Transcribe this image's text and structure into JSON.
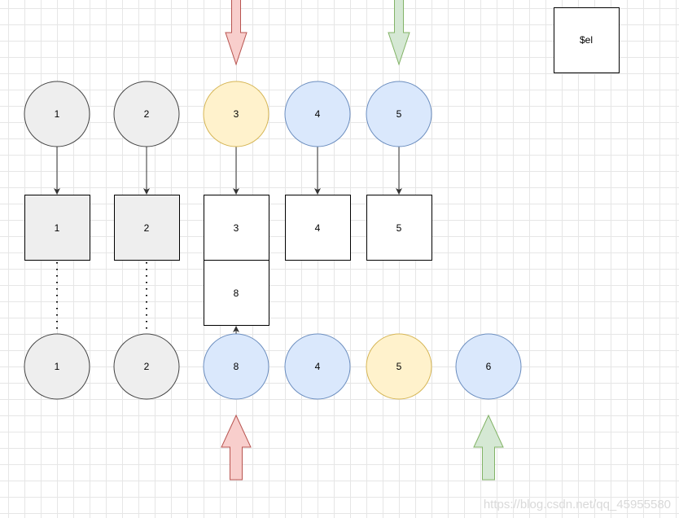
{
  "colors": {
    "gray_fill": "#eeeeee",
    "gray_stroke": "#444444",
    "yellow_fill": "#fff2cc",
    "yellow_stroke": "#d6b656",
    "blue_fill": "#dae8fc",
    "blue_stroke": "#6c8ebf",
    "white_fill": "#ffffff",
    "black_stroke": "#000000",
    "red_arrow_fill": "#f8cecc",
    "red_arrow_stroke": "#b85450",
    "green_arrow_fill": "#d5e8d4",
    "green_arrow_stroke": "#82b366",
    "connector": "#333333"
  },
  "el_box": {
    "label": "$el"
  },
  "old_vnodes": [
    {
      "label": "1",
      "style": "gray"
    },
    {
      "label": "2",
      "style": "gray"
    },
    {
      "label": "3",
      "style": "yellow"
    },
    {
      "label": "4",
      "style": "blue"
    },
    {
      "label": "5",
      "style": "blue"
    }
  ],
  "dom_nodes": [
    {
      "label": "1",
      "style": "gray"
    },
    {
      "label": "2",
      "style": "gray"
    },
    {
      "label": "3",
      "style": "white"
    },
    {
      "label": "8",
      "style": "white"
    },
    {
      "label": "4",
      "style": "white"
    },
    {
      "label": "5",
      "style": "white"
    }
  ],
  "new_vnodes": [
    {
      "label": "1",
      "style": "gray"
    },
    {
      "label": "2",
      "style": "gray"
    },
    {
      "label": "8",
      "style": "blue"
    },
    {
      "label": "4",
      "style": "blue"
    },
    {
      "label": "5",
      "style": "yellow"
    },
    {
      "label": "6",
      "style": "blue"
    }
  ],
  "pointers": [
    {
      "name": "old-start-pointer",
      "color": "red",
      "direction": "down"
    },
    {
      "name": "old-end-pointer",
      "color": "green",
      "direction": "down"
    },
    {
      "name": "new-start-pointer",
      "color": "red",
      "direction": "up"
    },
    {
      "name": "new-end-pointer",
      "color": "green",
      "direction": "up"
    }
  ],
  "watermark": "https://blog.csdn.net/qq_45955580"
}
